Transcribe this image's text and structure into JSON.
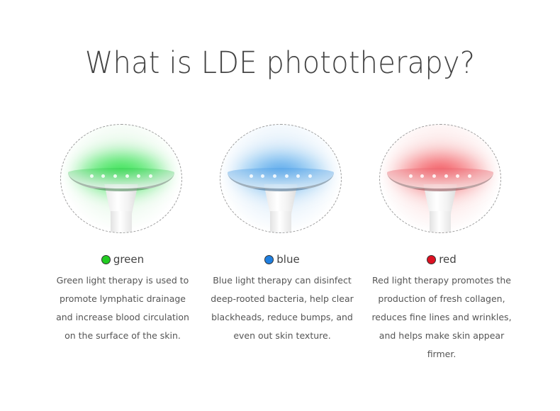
{
  "title": "What is LDE phototherapy?",
  "therapies": [
    {
      "name": "green",
      "color": "#22cc22",
      "description_lines": [
        "Green light therapy is used to",
        "promote lymphatic drainage",
        "and increase blood circulation",
        "on the surface of the skin."
      ]
    },
    {
      "name": "blue",
      "color": "#1f7fe0",
      "description_lines": [
        "Blue light therapy can disinfect",
        "deep-rooted bacteria, help clear",
        "blackheads, reduce bumps, and",
        "even out skin texture."
      ]
    },
    {
      "name": "red",
      "color": "#dd1122",
      "description_lines": [
        "Red light therapy promotes the",
        "production of fresh collagen,",
        "reduces fine lines and wrinkles,",
        "and helps make skin appear",
        "firmer."
      ]
    }
  ]
}
